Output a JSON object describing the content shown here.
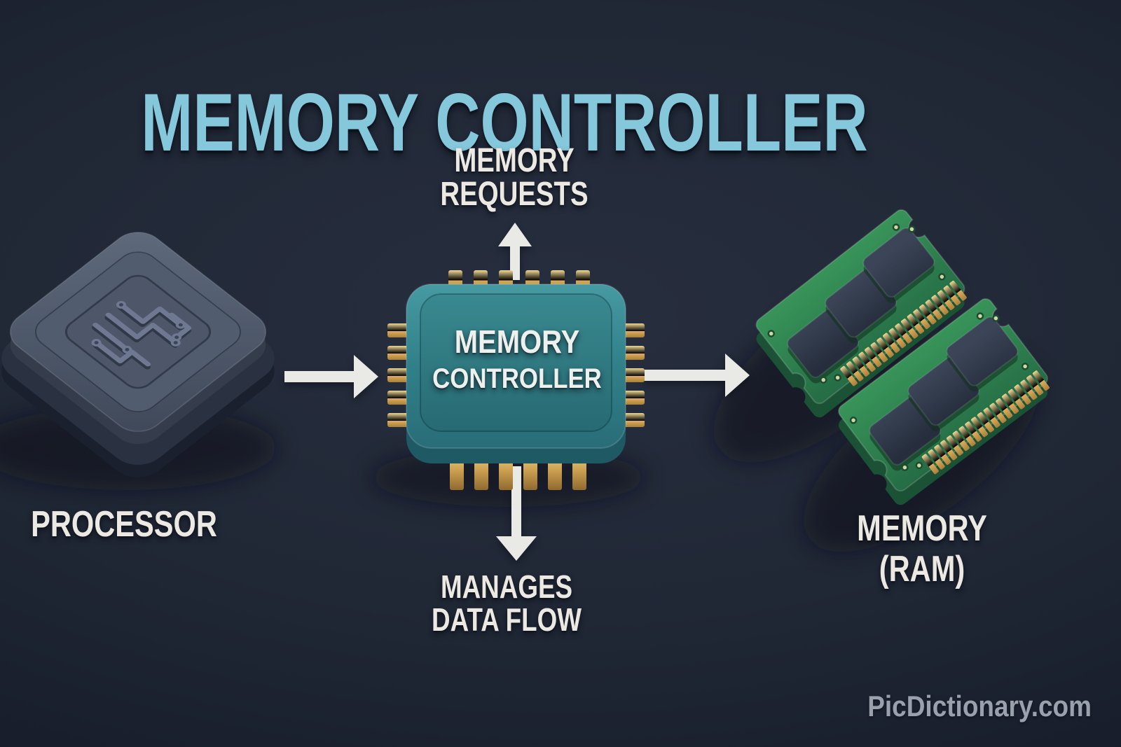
{
  "title": "MEMORY CONTROLLER",
  "labels": {
    "memory_requests": [
      "MEMORY",
      "REQUESTS"
    ],
    "manages_data_flow": [
      "MANAGES",
      "DATA FLOW"
    ],
    "processor": "PROCESSOR",
    "memory_ram": [
      "MEMORY",
      "(RAM)"
    ],
    "chip": [
      "MEMORY",
      "CONTROLLER"
    ]
  },
  "watermark": "PicDictionary.com",
  "icons": {
    "processor": "processor-chip-3d-icon",
    "controller": "memory-controller-chip-3d-icon",
    "memory": "ram-module-3d-icon",
    "arrow_up": "arrow-up-icon",
    "arrow_down": "arrow-down-icon",
    "arrow_right": "arrow-right-icon"
  },
  "colors": {
    "background": "#1f2634",
    "title": "#85c8dc",
    "label_text": "#ece9e3",
    "watermark": "#99a1ad",
    "arrow": "#e9e9e6",
    "chip_teal": "#34838b",
    "board_green": "#2e8153",
    "pin_gold": "#e7c878",
    "processor_gray": "#515c6e"
  }
}
